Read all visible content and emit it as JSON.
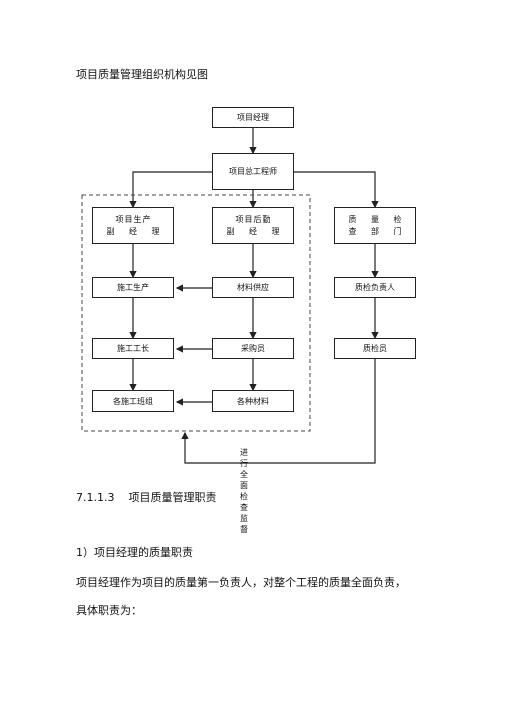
{
  "heading": "项目质量管理组织机构见图",
  "org_chart": {
    "top": "项目经理",
    "chief_engineer": "项目总工程师",
    "deputy_production": [
      "项目生产",
      "副 经 理"
    ],
    "deputy_logistics": [
      "项目后勤",
      "副 经 理"
    ],
    "qc_department": [
      "质 量 检",
      "查 部 门"
    ],
    "construction_production": "施工生产",
    "material_supply": "材料供应",
    "qc_lead": "质检负责人",
    "foreman": "施工工长",
    "purchaser": "采购员",
    "inspector": "质检员",
    "work_teams": "各施工班组",
    "materials": "各种材料",
    "feedback_note": "进行全面检查监督"
  },
  "section": {
    "number": "7.1.1.3",
    "title": "项目质量管理职责"
  },
  "subsection": "1）项目经理的质量职责",
  "paragraph": [
    "项目经理作为项目的质量第一负责人，对整个工程的质量全面负责，",
    "具体职责为："
  ]
}
